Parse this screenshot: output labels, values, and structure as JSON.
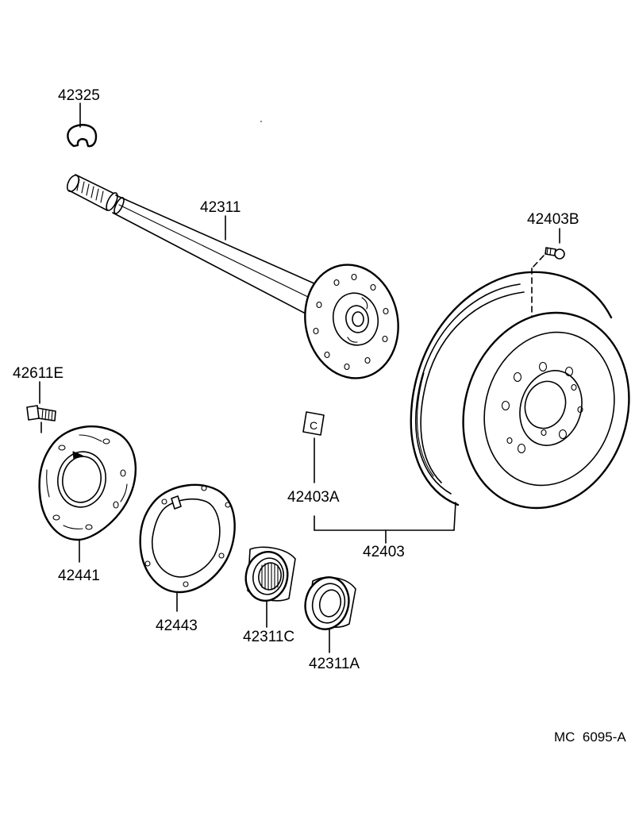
{
  "parts": [
    {
      "id": "axle-shaft-snap-ring",
      "number": "42325"
    },
    {
      "id": "rear-axle-shaft",
      "number": "42311"
    },
    {
      "id": "drum-hole-plug",
      "number": "42403B"
    },
    {
      "id": "backing-plate-bolt",
      "number": "42611E"
    },
    {
      "id": "brake-drum-label",
      "number": "42403A"
    },
    {
      "id": "brake-drum",
      "number": "42403"
    },
    {
      "id": "bearing-retainer",
      "number": "42441"
    },
    {
      "id": "gasket",
      "number": "42443"
    },
    {
      "id": "axle-bearing",
      "number": "42311C"
    },
    {
      "id": "oil-seal",
      "number": "42311A"
    }
  ],
  "label_plate_letter": "C",
  "diagram_code": "MC  6095-A"
}
